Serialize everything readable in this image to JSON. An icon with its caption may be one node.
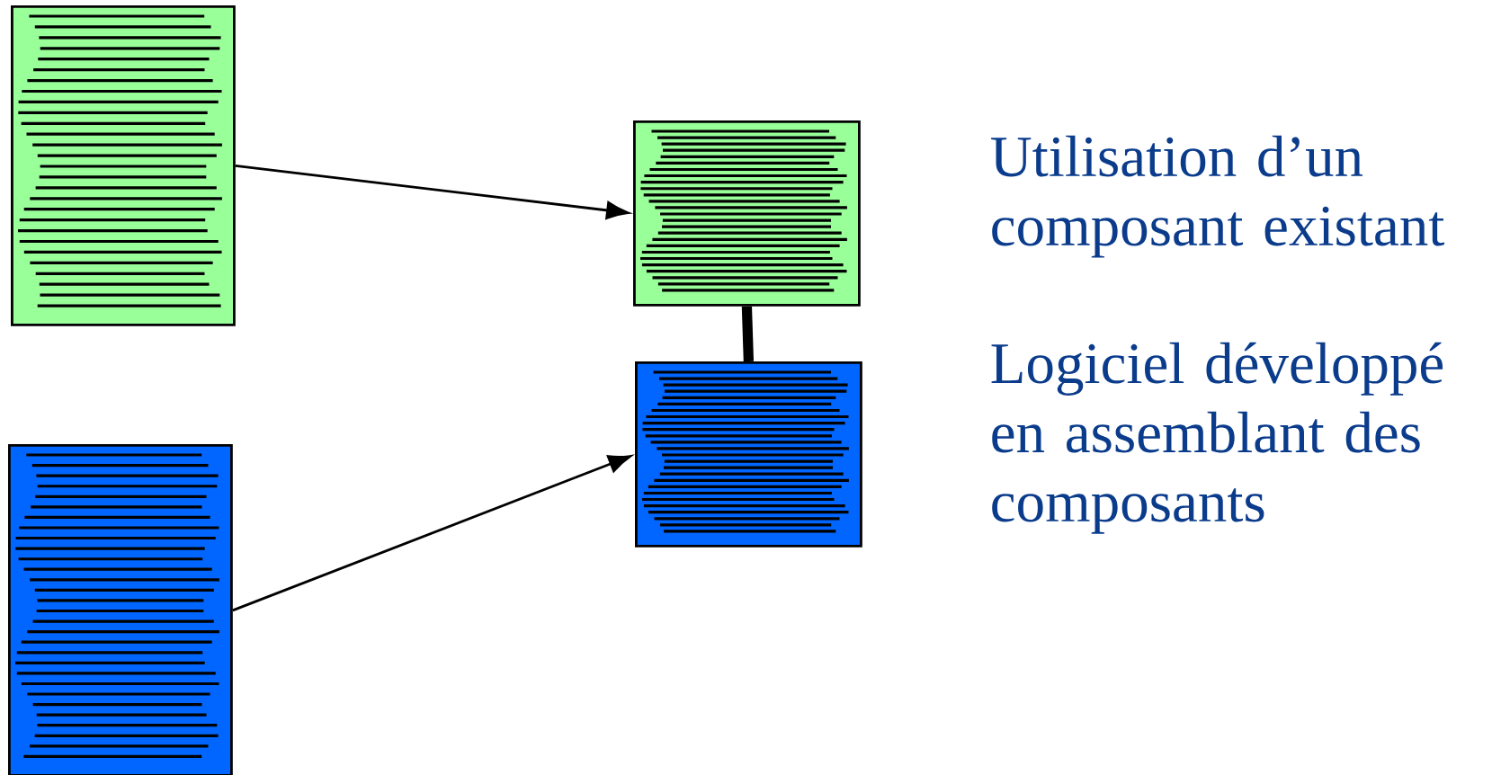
{
  "diagram": {
    "nodes": [
      {
        "text": [],
        "shape": "box"
      },
      {
        "text": [],
        "shape": "box"
      },
      {
        "text": [],
        "shape": "box"
      },
      {
        "text": [],
        "shape": "box"
      }
    ],
    "edges": [
      {
        "from": 0,
        "to": 2,
        "arrow": "to"
      },
      {
        "from": 1,
        "to": 3,
        "arrow": "to"
      },
      {
        "from": 2,
        "to": 3,
        "arrow": "none",
        "style": "thick"
      }
    ],
    "labels": [
      "Utilisation d’un composant existant",
      "Logiciel développé en assemblant des composants"
    ]
  }
}
